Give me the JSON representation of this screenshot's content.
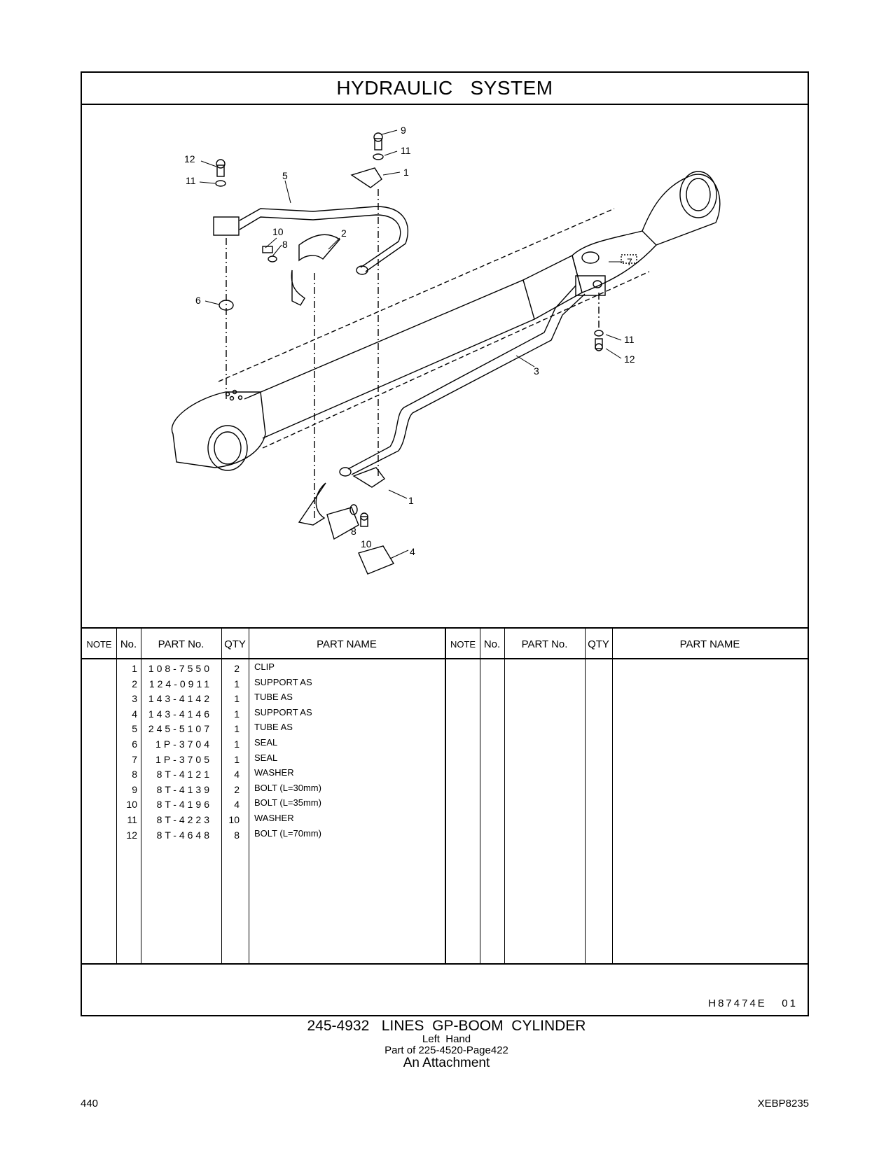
{
  "section_title": "HYDRAULIC   SYSTEM",
  "callouts": [
    "1",
    "2",
    "3",
    "4",
    "5",
    "6",
    "7",
    "8",
    "9",
    "10",
    "11",
    "12"
  ],
  "table": {
    "headers": [
      "NOTE",
      "No.",
      "PART No.",
      "QTY",
      "PART NAME",
      "NOTE",
      "No.",
      "PART No.",
      "QTY",
      "PART NAME"
    ],
    "rows": [
      {
        "no": "1",
        "part_no": "108-7550",
        "qty": "2",
        "name": "CLIP"
      },
      {
        "no": "2",
        "part_no": "124-0911",
        "qty": "1",
        "name": "SUPPORT  AS"
      },
      {
        "no": "3",
        "part_no": "143-4142",
        "qty": "1",
        "name": "TUBE  AS"
      },
      {
        "no": "4",
        "part_no": "143-4146",
        "qty": "1",
        "name": "SUPPORT  AS"
      },
      {
        "no": "5",
        "part_no": "245-5107",
        "qty": "1",
        "name": "TUBE  AS"
      },
      {
        "no": "6",
        "part_no": "1P-3704",
        "qty": "1",
        "name": "SEAL"
      },
      {
        "no": "7",
        "part_no": "1P-3705",
        "qty": "1",
        "name": "SEAL"
      },
      {
        "no": "8",
        "part_no": "8T-4121",
        "qty": "4",
        "name": "WASHER"
      },
      {
        "no": "9",
        "part_no": "8T-4139",
        "qty": "2",
        "name": "BOLT (L=30mm)"
      },
      {
        "no": "10",
        "part_no": "8T-4196",
        "qty": "4",
        "name": "BOLT (L=35mm)"
      },
      {
        "no": "11",
        "part_no": "8T-4223",
        "qty": "10",
        "name": "WASHER"
      },
      {
        "no": "12",
        "part_no": "8T-4648",
        "qty": "8",
        "name": "BOLT (L=70mm)"
      }
    ]
  },
  "illustration_code": "H87474E   01",
  "caption": {
    "title": "245-4932   LINES  GP-BOOM  CYLINDER",
    "line1": "Left  Hand",
    "line2": "Part of 225-4520-Page422",
    "line3": "An Attachment"
  },
  "page_number": "440",
  "doc_code": "XEBP8235"
}
